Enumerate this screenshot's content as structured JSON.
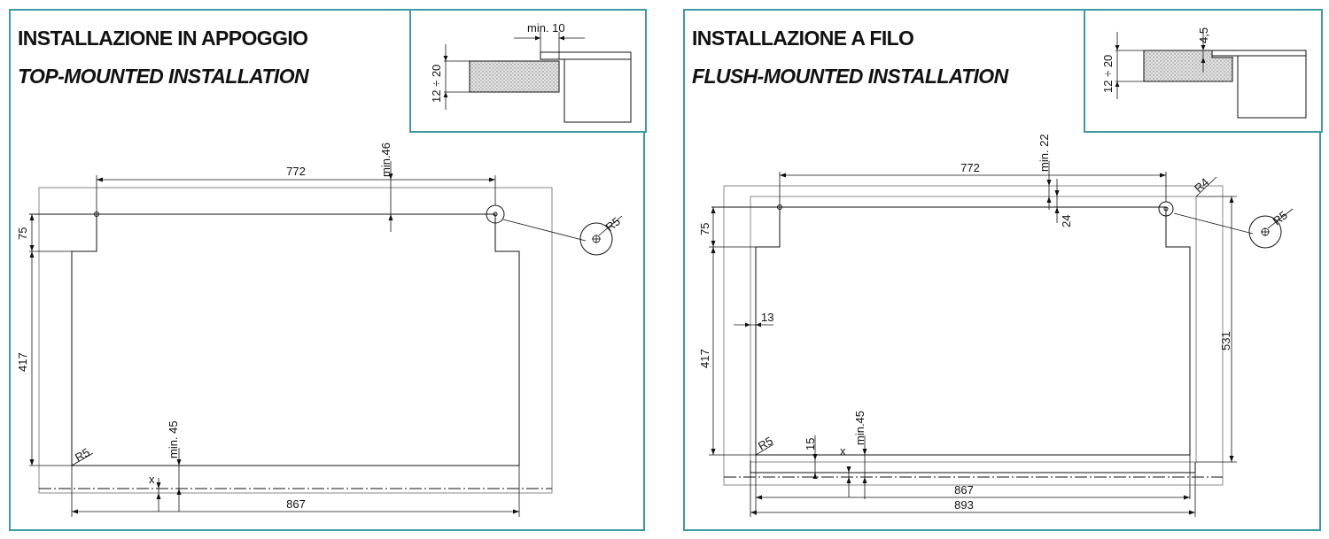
{
  "left": {
    "title": "INSTALLAZIONE IN APPOGGIO",
    "subtitle": "TOP-MOUNTED INSTALLATION",
    "detail": {
      "min": "min. 10",
      "thickness": "12 ÷ 20"
    },
    "dims": {
      "width_top": "772",
      "min_top": "min.46",
      "side_depth": "75",
      "height": "417",
      "radius_corner": "R5",
      "radius_detail": "R5",
      "min_bottom": "min. 45",
      "x": "x",
      "width_bottom": "867"
    }
  },
  "right": {
    "title": "INSTALLAZIONE A FILO",
    "subtitle": "FLUSH-MOUNTED INSTALLATION",
    "detail": {
      "step": "4,5",
      "thickness": "12 ÷ 20"
    },
    "dims": {
      "width_top": "772",
      "min_top": "min. 22",
      "offset_top": "24",
      "radius_outer": "R4",
      "radius_detail": "R5",
      "side_depth": "75",
      "side_offset": "13",
      "height": "417",
      "height_outer": "531",
      "radius_corner": "R5",
      "bottom_15": "15",
      "x": "x",
      "min_bottom": "min.45",
      "width_inner": "867",
      "width_outer": "893"
    }
  }
}
